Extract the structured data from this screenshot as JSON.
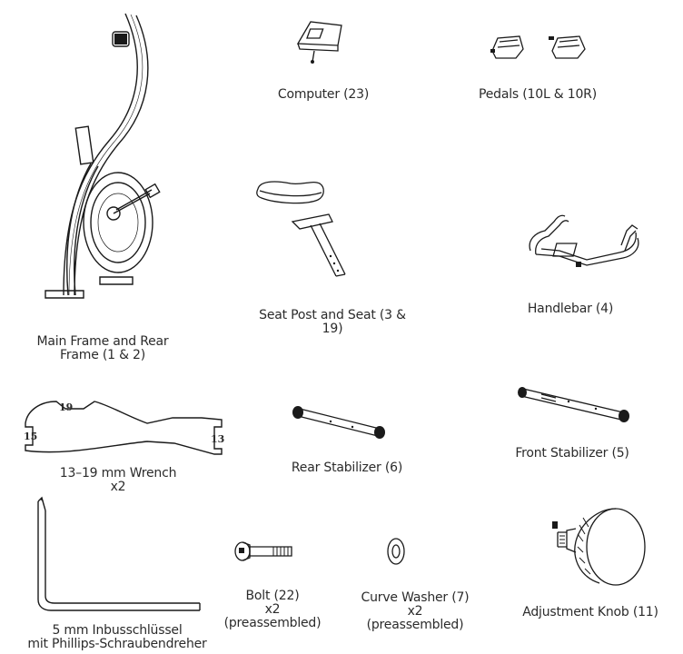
{
  "parts": {
    "main_frame": {
      "caption_lines": [
        "Main Frame and Rear",
        "Frame (1 & 2)"
      ]
    },
    "computer": {
      "caption_lines": [
        "Computer (23)"
      ]
    },
    "pedals": {
      "caption_lines": [
        "Pedals (10L & 10R)"
      ]
    },
    "seat_post": {
      "caption_lines": [
        "Seat Post and Seat (3 &",
        "19)"
      ]
    },
    "handlebar": {
      "caption_lines": [
        "Handlebar (4)"
      ]
    },
    "wrench": {
      "caption_lines": [
        "13–19 mm Wrench",
        "x2"
      ],
      "sizes": [
        "19",
        "15",
        "13"
      ]
    },
    "rear_stabilizer": {
      "caption_lines": [
        "Rear Stabilizer (6)"
      ]
    },
    "front_stabilizer": {
      "caption_lines": [
        "Front Stabilizer (5)"
      ]
    },
    "allen_key": {
      "caption_lines": [
        "5 mm Inbusschlüssel",
        "mit Phillips-Schraubendreher"
      ]
    },
    "bolt": {
      "caption_lines": [
        "Bolt (22)",
        "x2",
        "(preassembled)"
      ]
    },
    "curve_washer": {
      "caption_lines": [
        "Curve Washer (7)",
        "x2",
        "(preassembled)"
      ]
    },
    "adjustment_knob": {
      "caption_lines": [
        "Adjustment Knob (11)"
      ]
    }
  }
}
